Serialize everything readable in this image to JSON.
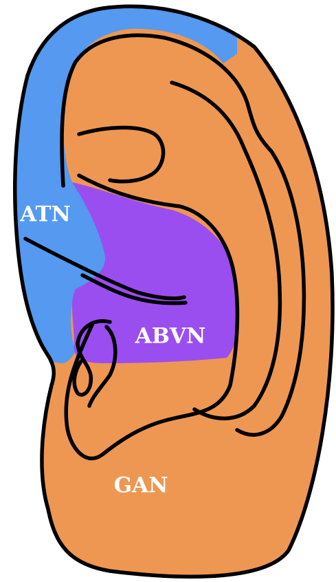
{
  "regions": [
    {
      "id": "atn",
      "label": "ATN",
      "color": "#5599f0"
    },
    {
      "id": "abvn",
      "label": "ABVN",
      "color": "#9b4ef0"
    },
    {
      "id": "gan",
      "label": "GAN",
      "color": "#ee9752"
    }
  ],
  "outline_color": "#000000",
  "background_color": "#ffffff"
}
